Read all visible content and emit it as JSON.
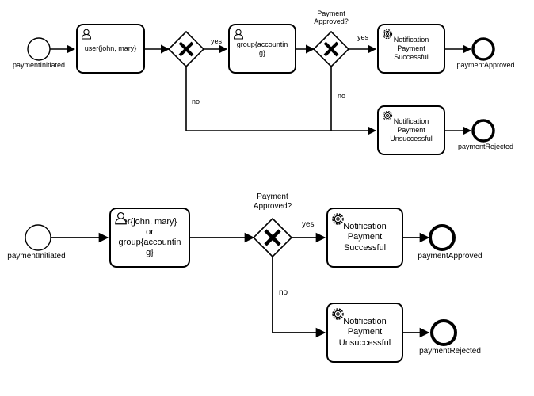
{
  "diagram1": {
    "start_label": "paymentInitiated",
    "task_user": "user{john, mary}",
    "task_group": "group{accountin\ng}",
    "gateway_question": "Payment\nApproved?",
    "gw1_yes": "yes",
    "gw1_no": "no",
    "gw2_yes": "yes",
    "gw2_no": "no",
    "task_success": "Notification\nPayment\nSuccessful",
    "task_fail": "Notification\nPayment\nUnsuccessful",
    "end_approved": "paymentApproved",
    "end_rejected": "paymentRejected"
  },
  "diagram2": {
    "start_label": "paymentInitiated",
    "task_combined": "er{john, mary}\nor\ngroup{accountin\ng}",
    "gateway_question": "Payment\nApproved?",
    "gw_yes": "yes",
    "gw_no": "no",
    "task_success": "Notification\nPayment\nSuccessful",
    "task_fail": "Notification\nPayment\nUnsuccessful",
    "end_approved": "paymentApproved",
    "end_rejected": "paymentRejected"
  },
  "icons": {
    "user_task": "user-icon",
    "service_task": "gear-icon",
    "exclusive_gateway": "x-gateway-icon"
  }
}
